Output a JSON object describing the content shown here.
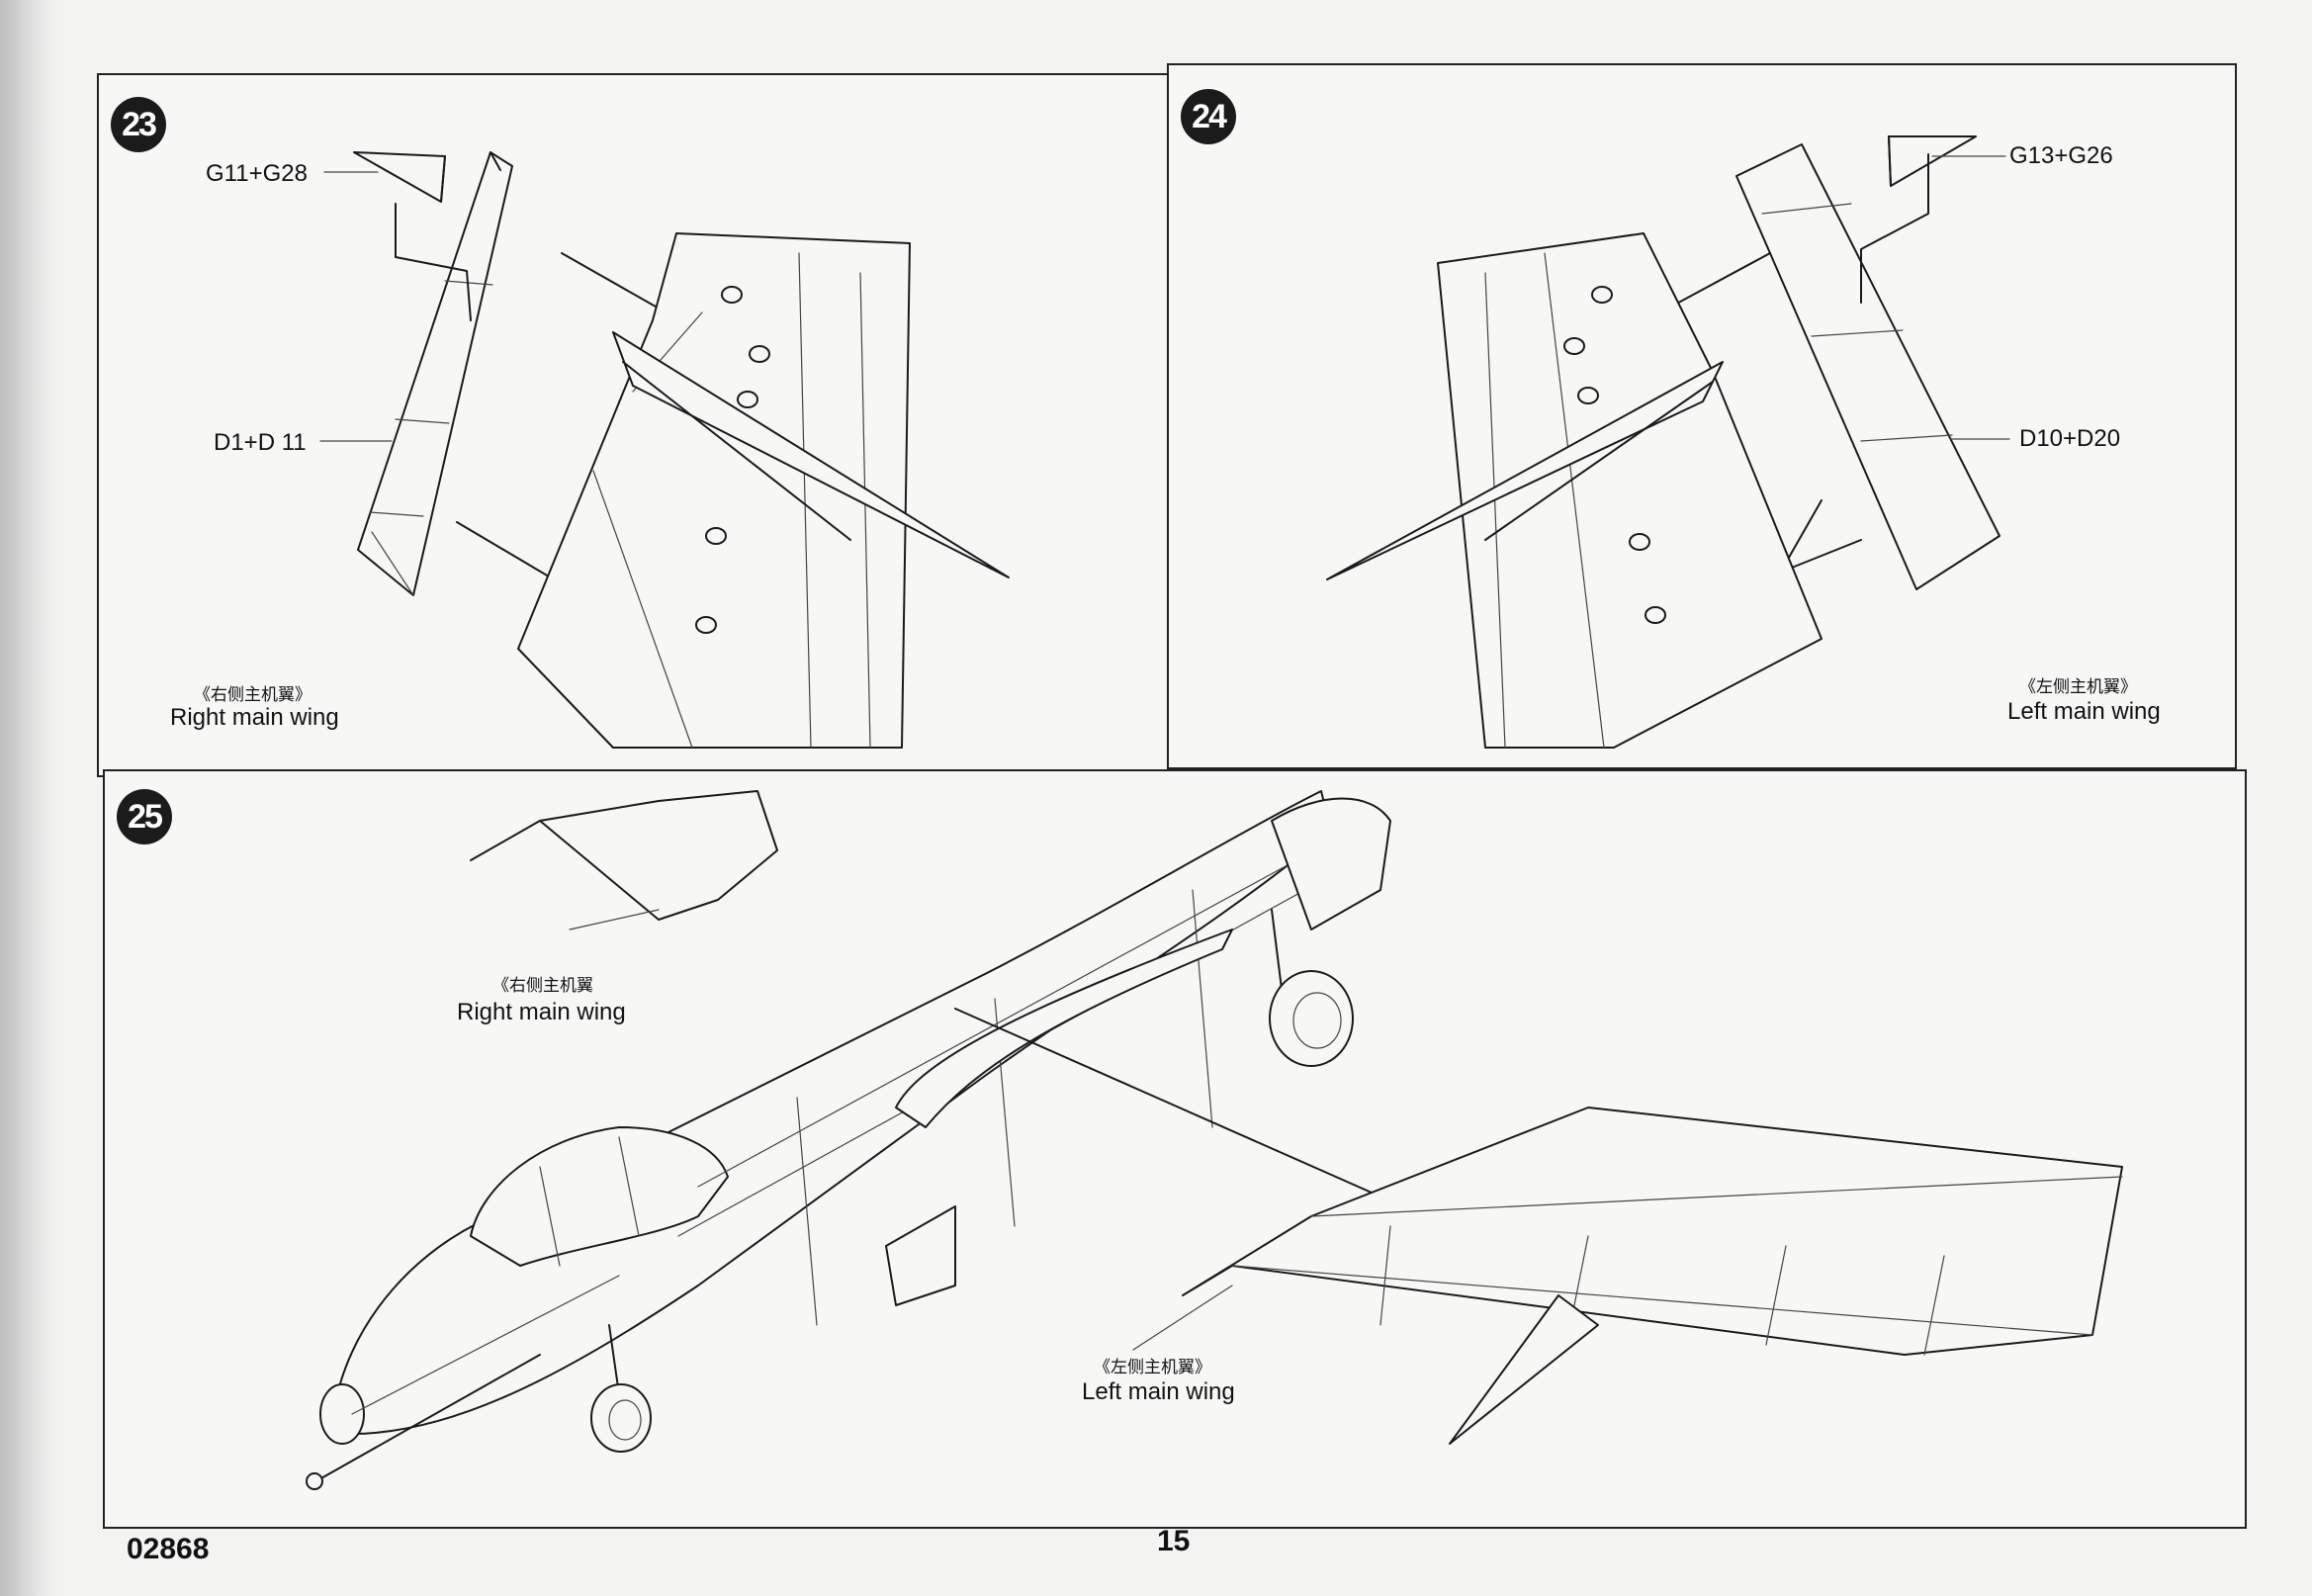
{
  "steps": {
    "step23": {
      "number": "23",
      "part_top": "G11+G28",
      "part_mid": "D1+D 11",
      "caption_cn": "《右侧主机翼》",
      "caption_en": "Right main wing"
    },
    "step24": {
      "number": "24",
      "part_top": "G13+G26",
      "part_mid": "D10+D20",
      "caption_cn": "《左侧主机翼》",
      "caption_en": "Left main wing"
    },
    "step25": {
      "number": "25",
      "right_cn": "《右侧主机翼",
      "right_en": "Right main wing",
      "left_cn": "《左侧主机翼》",
      "left_en": "Left main wing"
    }
  },
  "footer": {
    "product_code": "02868",
    "page_number": "15"
  }
}
